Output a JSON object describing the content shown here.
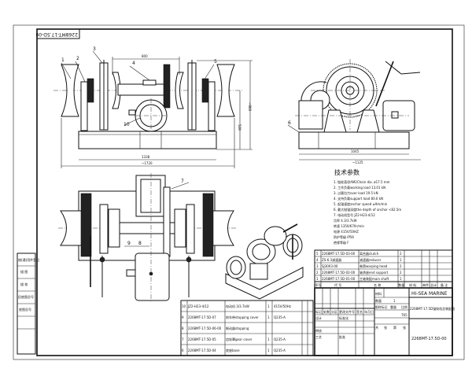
{
  "drawing_number_rotated": "2268MT-17.5D-00",
  "front_view": {
    "dimensions": [
      "800",
      "1338",
      "~1720",
      "528",
      "~900"
    ],
    "balloons": [
      "1",
      "2",
      "3",
      "4",
      "5",
      "10"
    ]
  },
  "side_view": {
    "dimensions": [
      "1045",
      "~1125"
    ],
    "balloons": [
      "6"
    ]
  },
  "plan_view": {
    "balloons": [
      "7",
      "9",
      "8"
    ]
  },
  "tech_params": {
    "title": "技术参数",
    "lines": [
      "1. 链轮直径AM2Chain dia.  ø17.5 mm",
      "2. 工作负载working load   13.01 kN",
      "3. 过载拉力over load   19.5 kN",
      "4. 支持负载support load   80.6 kN",
      "5. 起锚速度anchor speed   ≥9m/min",
      "6. 最大抛锚深度the depth of anchor  <82.5m",
      "7. 电动机型号          JZ2-H23-4/12",
      "        功率           4.3/3.7kW",
      "        转速           1350/670r/min",
      "        电源           415V/50HZ",
      "        防护等级       IP56",
      "        绝缘等级       F"
    ]
  },
  "parts_upper": [
    [
      "5",
      "2268MT-17.5D-03-00",
      "离合器clutch",
      "2"
    ],
    [
      "4",
      "ZS-6.3减速器",
      "减速器reducer",
      "1"
    ],
    [
      "3",
      "SJ3003-00",
      "卷筒warping head",
      "2"
    ],
    [
      "2",
      "2268MT-17.5D-02-00",
      "轴承座end support",
      "2"
    ],
    [
      "1",
      "2268MT-17.5D-01-00",
      "主轴装配main shaft",
      "1"
    ]
  ],
  "parts_header": [
    "序号",
    "代 号",
    "名 称",
    "数量",
    "材 料",
    "单件",
    "总计",
    "备 注"
  ],
  "parts_lower": [
    [
      "10",
      "JZ2-H23-4/12",
      "电动机 3/3.7kW",
      "1",
      "415V/50Hz"
    ],
    [
      "9",
      "2268MT-17.5D-07",
      "刹车带stopping cover",
      "1",
      "Q235-A"
    ],
    [
      "8",
      "2268MT-17.5D-06-00",
      "制动器stopping",
      "",
      ""
    ],
    [
      "7",
      "2268MT-17.5D-05",
      "齿轮罩gear cover",
      "1",
      "Q235-A"
    ],
    [
      "6",
      "2268MT-17.5D-04",
      "底座base",
      "1",
      "Q235-A"
    ]
  ],
  "title_block": {
    "company": "HI-SEA MARINE",
    "drawing_title": "2268MT-17.5D锚绞机总装配图",
    "drawing_number": "2268MT-17.5D-00",
    "material_label": "材料",
    "quantity_label": "数量",
    "quantity": "1",
    "weight": "765",
    "stage_labels": [
      "图样标记",
      "重量",
      "比例"
    ],
    "change_labels": [
      "标记",
      "处数",
      "分区",
      "更改文件号",
      "签名",
      "年月日"
    ],
    "sign_labels": [
      "设计",
      "标准化",
      "审核",
      "工艺",
      "批准"
    ],
    "sheet_labels": [
      "共",
      "张",
      "第",
      "张"
    ]
  },
  "left_margin_labels": [
    "借(通)用件登记",
    "描 图",
    "描 校",
    "旧底图总号",
    "底图总号"
  ]
}
